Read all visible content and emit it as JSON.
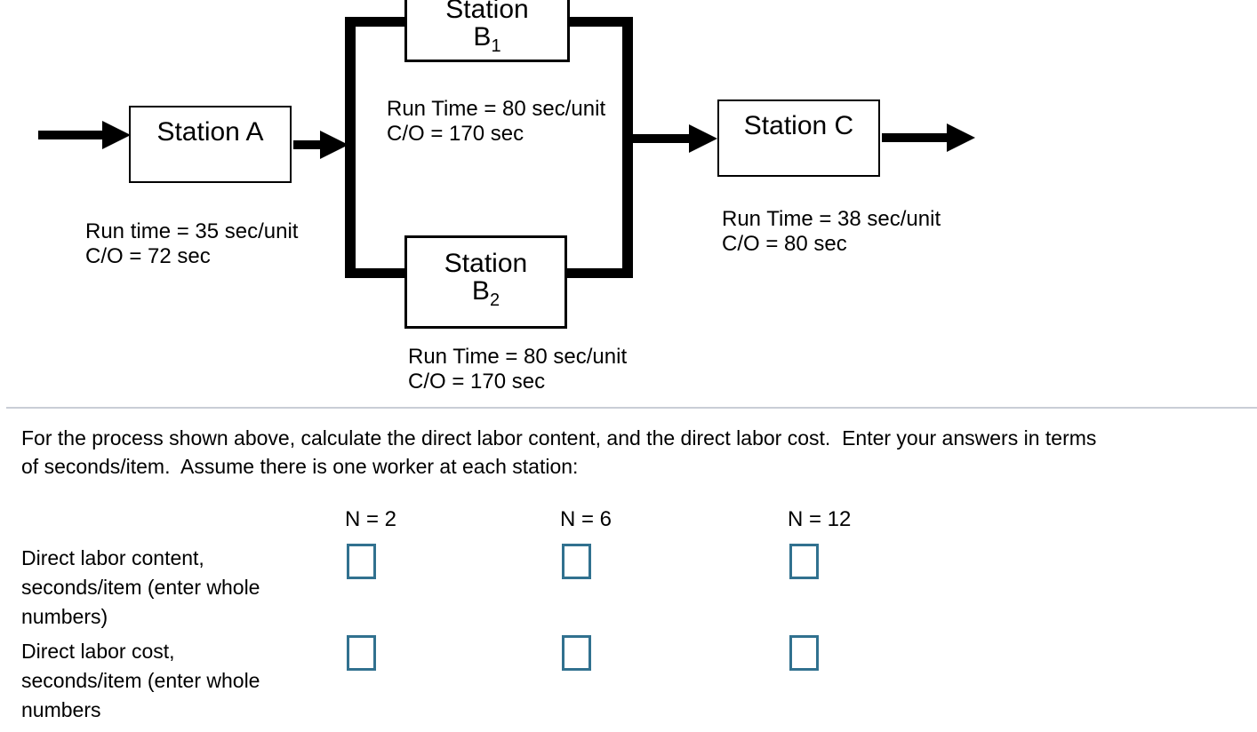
{
  "diagram": {
    "station_a": {
      "name": "Station A",
      "run_label": "Run time = 35 sec/unit",
      "co_label": "C/O = 72 sec"
    },
    "station_b1": {
      "name_line1": "Station",
      "name_base": "B",
      "name_sub": "1"
    },
    "branch_b_top": {
      "run_label": "Run Time = 80 sec/unit",
      "co_label": "C/O = 170 sec"
    },
    "station_b2": {
      "name_line1": "Station",
      "name_base": "B",
      "name_sub": "2"
    },
    "branch_b_bottom": {
      "run_label": "Run Time = 80 sec/unit",
      "co_label": "C/O = 170 sec"
    },
    "station_c": {
      "name": "Station C",
      "run_label": "Run Time = 38 sec/unit",
      "co_label": "C/O = 80 sec"
    }
  },
  "question": {
    "text": "For the process shown above, calculate the direct labor content, and the direct labor cost.  Enter your answers in terms\nof seconds/item.  Assume there is one worker at each station:"
  },
  "answer_table": {
    "columns": [
      {
        "label": "N = 2"
      },
      {
        "label": "N = 6"
      },
      {
        "label": "N = 12"
      }
    ],
    "rows": [
      {
        "label": "Direct labor content,\nseconds/item (enter whole\nnumbers)"
      },
      {
        "label": "Direct labor cost,\nseconds/item (enter whole\nnumbers"
      }
    ]
  },
  "colors": {
    "diagram_ink": "#000000",
    "answer_box_border": "#31718F",
    "divider": "#C9CED6"
  }
}
